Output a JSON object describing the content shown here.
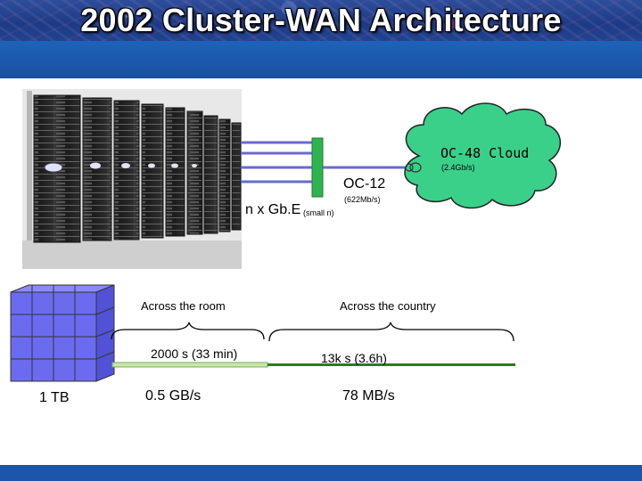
{
  "title": "2002 Cluster-WAN Architecture",
  "cloud": {
    "label": "OC-48 Cloud",
    "rate": "(2.4Gb/s)",
    "fill": "#3ad08a"
  },
  "links": {
    "gbe": "n x Gb.E",
    "gbe_note": "(small n)",
    "oc12": "OC-12",
    "oc12_rate": "(622Mb/s)"
  },
  "room": {
    "label": "Across the room",
    "time": "2000 s (33 min)",
    "rate": "0.5 GB/s"
  },
  "country": {
    "label": "Across the country",
    "time": "13k s (3.6h)",
    "rate": "78 MB/s"
  },
  "storage": {
    "size": "1 TB",
    "color": "#6b6bf0"
  },
  "colors": {
    "wire": "#6a6ad0",
    "switch": "#2fb34f",
    "wan_line": "#2f7a1f",
    "room_line": "#c8e8a8"
  }
}
